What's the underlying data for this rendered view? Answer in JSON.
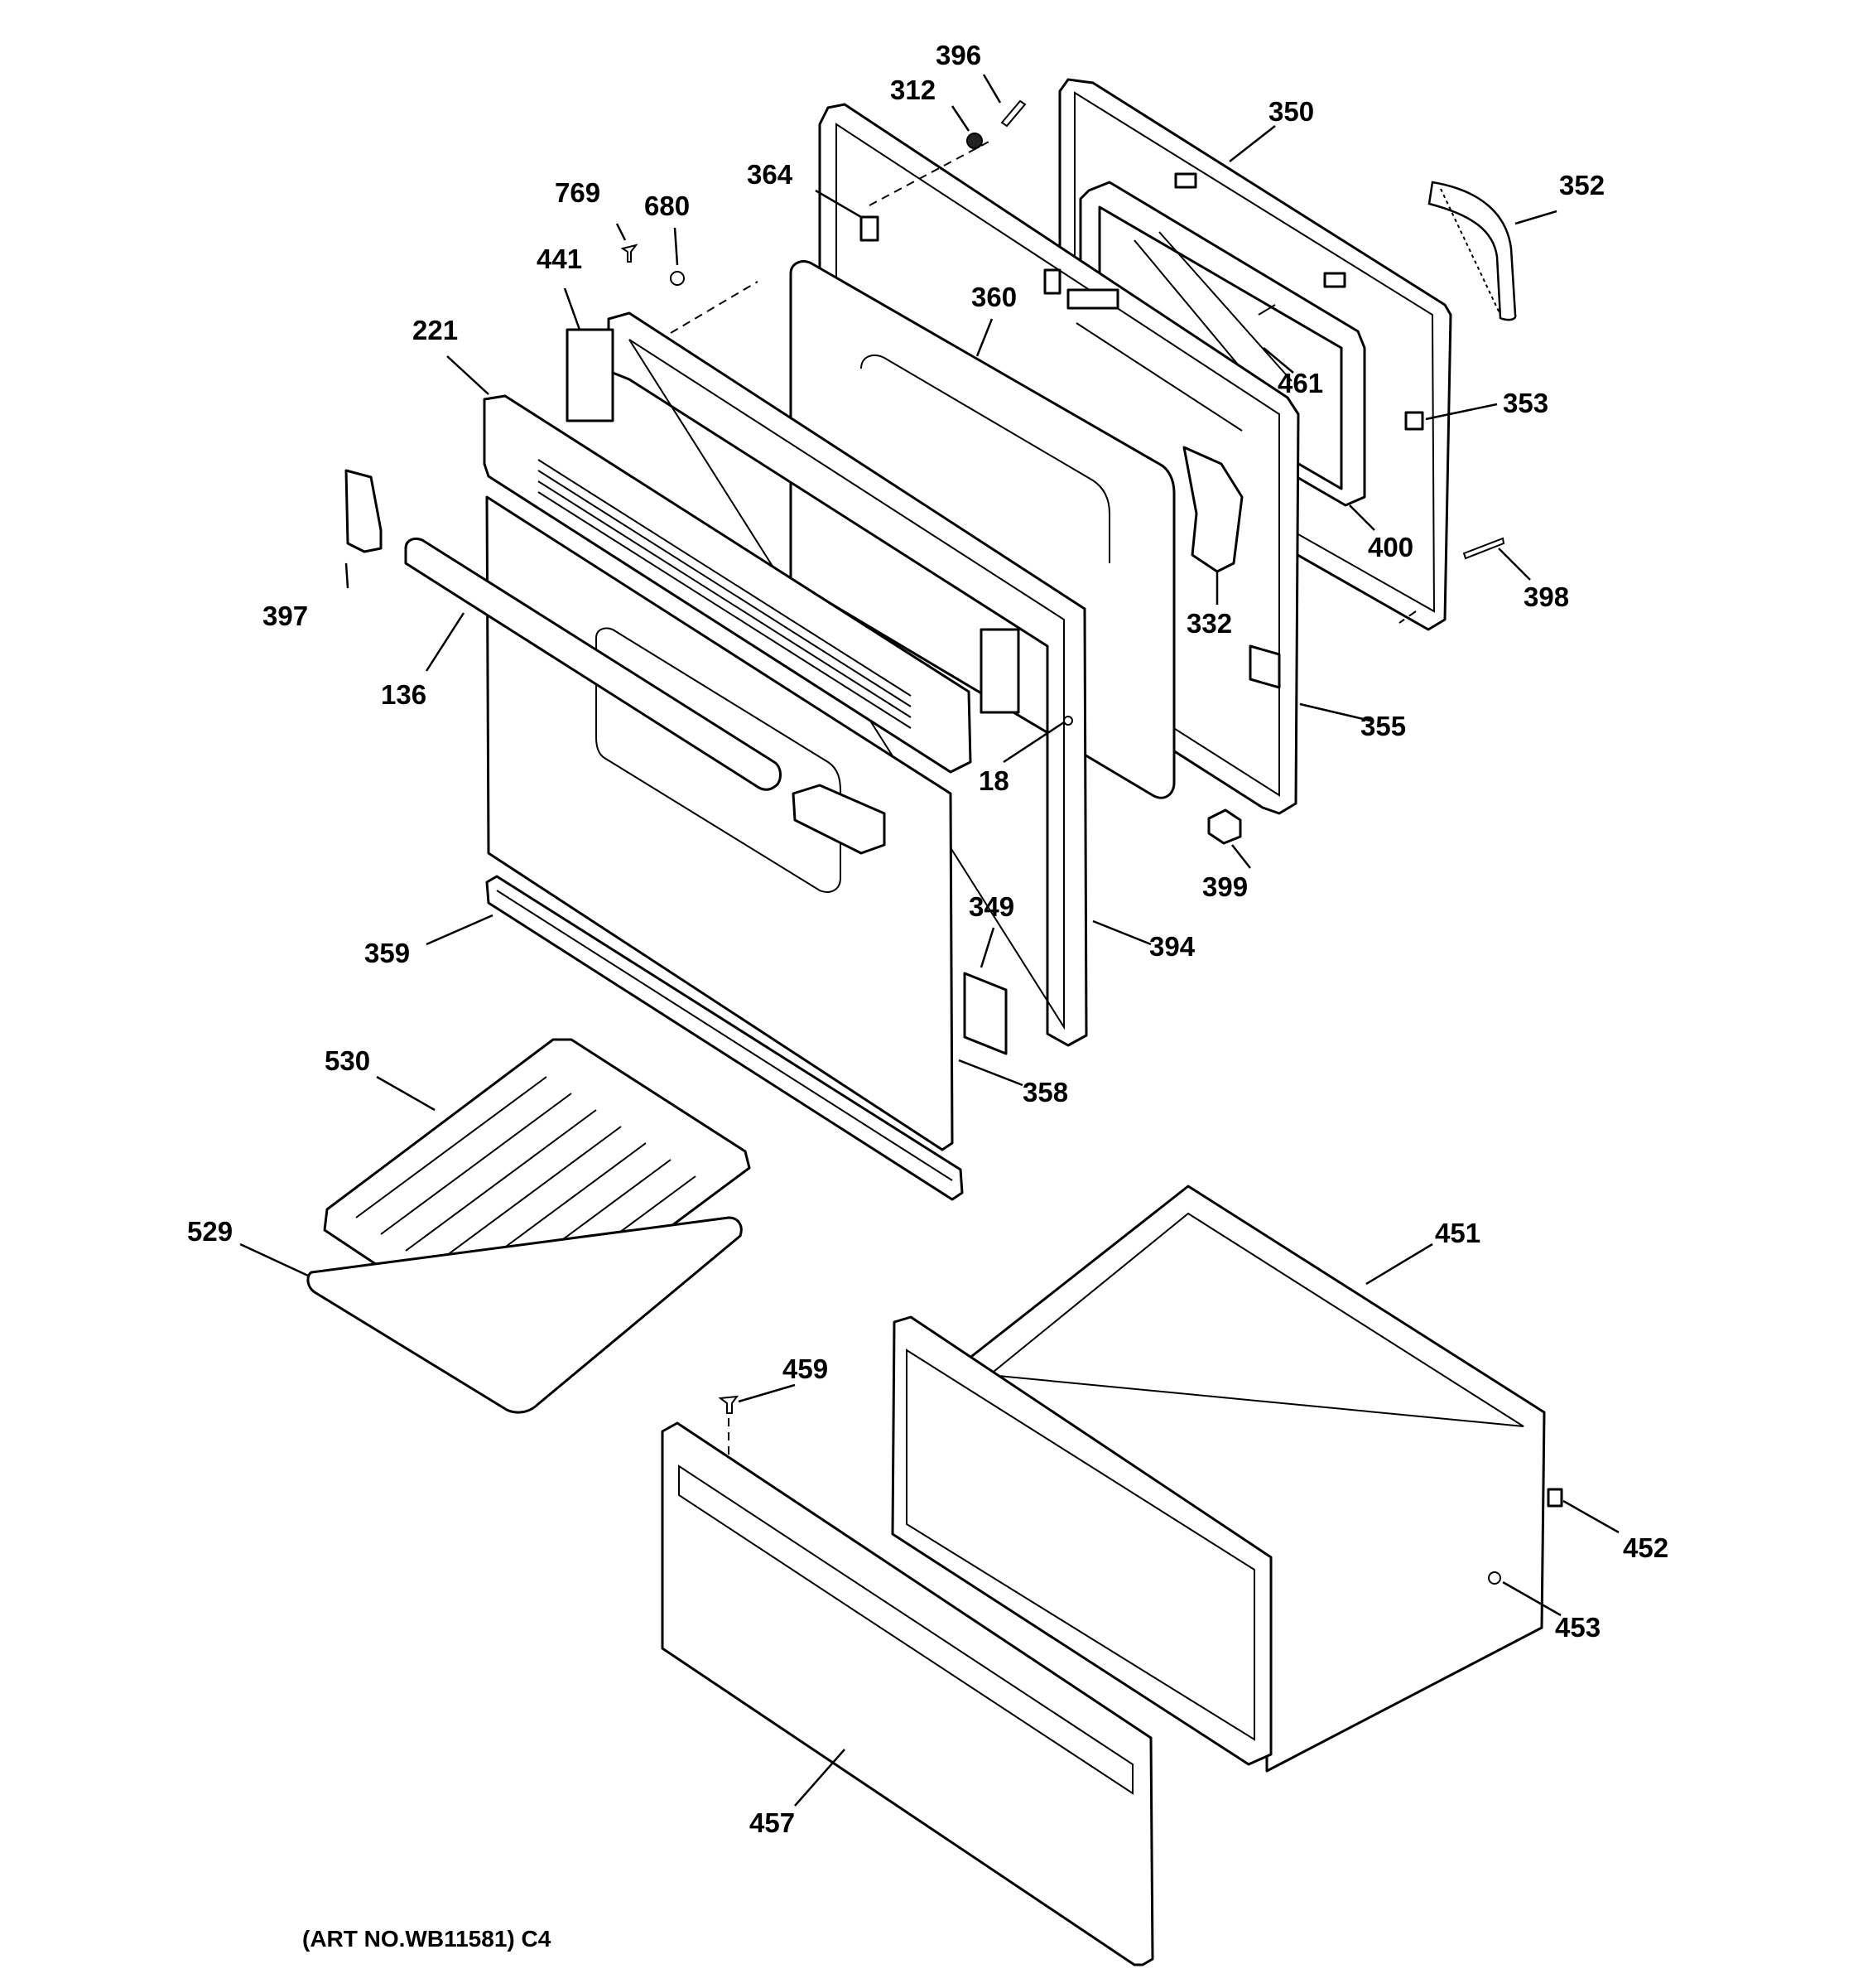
{
  "parts": [
    {
      "id": "396",
      "label": "396"
    },
    {
      "id": "312",
      "label": "312"
    },
    {
      "id": "350",
      "label": "350"
    },
    {
      "id": "364",
      "label": "364"
    },
    {
      "id": "352",
      "label": "352"
    },
    {
      "id": "769",
      "label": "769"
    },
    {
      "id": "680",
      "label": "680"
    },
    {
      "id": "441",
      "label": "441"
    },
    {
      "id": "360",
      "label": "360"
    },
    {
      "id": "221",
      "label": "221"
    },
    {
      "id": "461",
      "label": "461"
    },
    {
      "id": "353",
      "label": "353"
    },
    {
      "id": "400",
      "label": "400"
    },
    {
      "id": "397",
      "label": "397"
    },
    {
      "id": "398",
      "label": "398"
    },
    {
      "id": "332",
      "label": "332"
    },
    {
      "id": "136",
      "label": "136"
    },
    {
      "id": "355",
      "label": "355"
    },
    {
      "id": "18",
      "label": "18"
    },
    {
      "id": "399",
      "label": "399"
    },
    {
      "id": "349",
      "label": "349"
    },
    {
      "id": "394",
      "label": "394"
    },
    {
      "id": "359",
      "label": "359"
    },
    {
      "id": "530",
      "label": "530"
    },
    {
      "id": "358",
      "label": "358"
    },
    {
      "id": "451",
      "label": "451"
    },
    {
      "id": "529",
      "label": "529"
    },
    {
      "id": "459",
      "label": "459"
    },
    {
      "id": "452",
      "label": "452"
    },
    {
      "id": "453",
      "label": "453"
    },
    {
      "id": "457",
      "label": "457"
    }
  ],
  "art_number": "(ART NO.WB11581) C4"
}
